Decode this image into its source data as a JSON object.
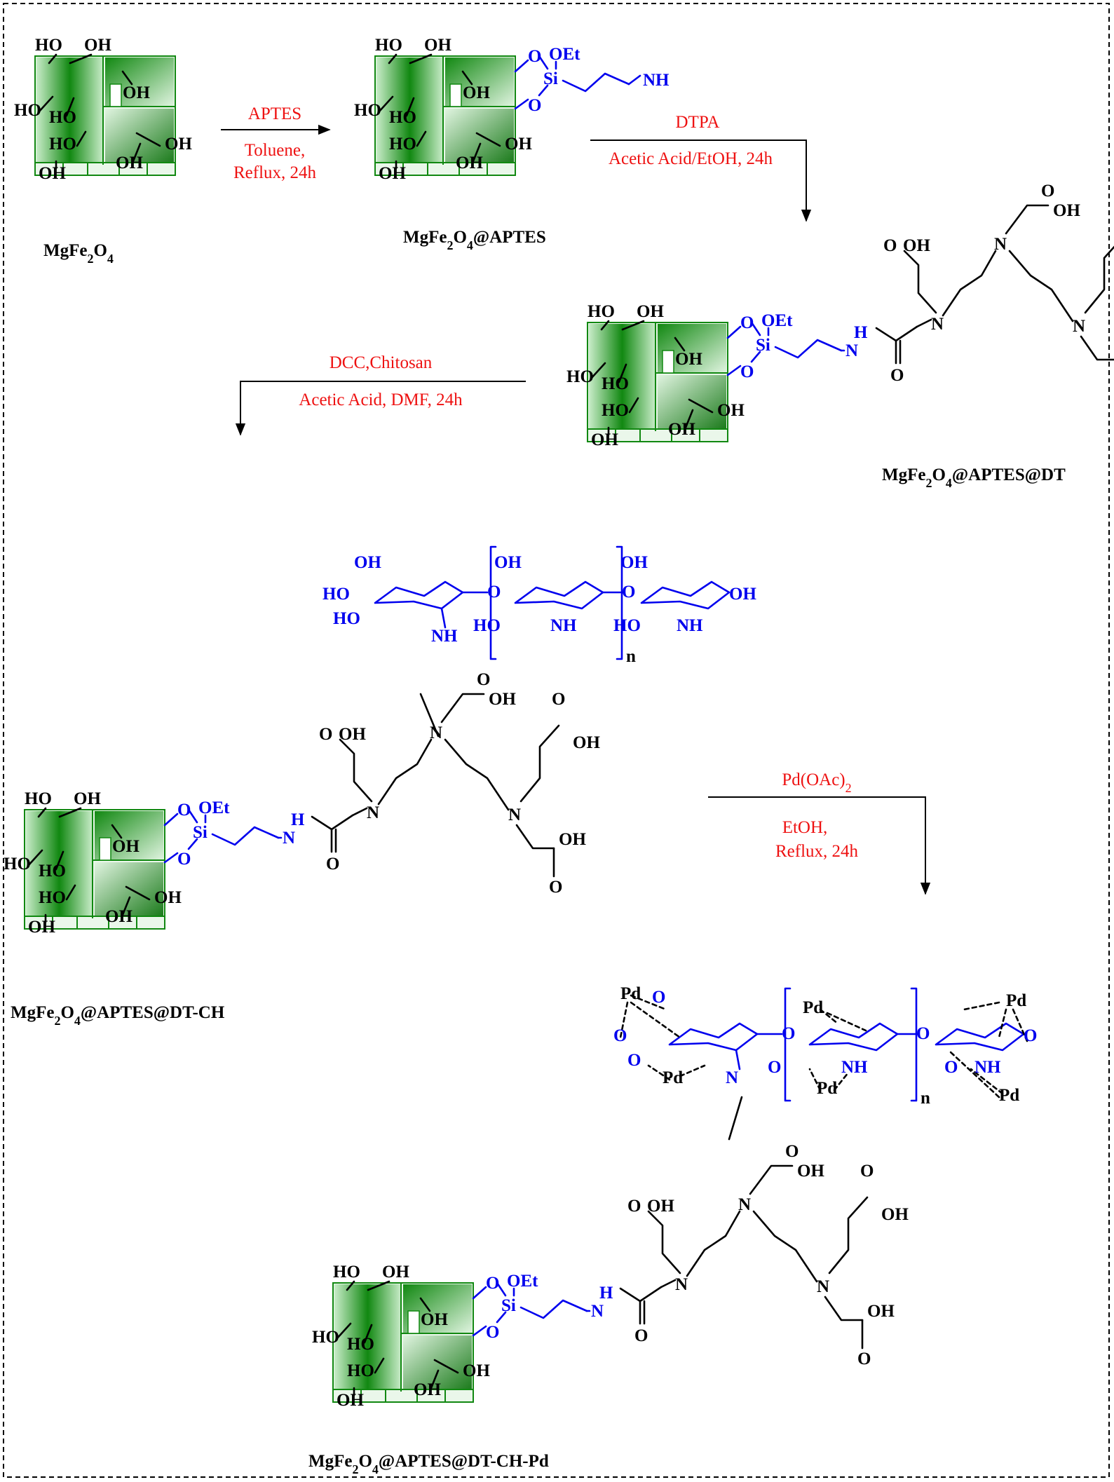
{
  "colors": {
    "reagent": "#ee1111",
    "linker": "#0000ee",
    "particle_dark": "#118811",
    "particle_light": "#c8ecc8"
  },
  "labels": {
    "oh": "OH",
    "ho": "HO",
    "oet": "OEt",
    "si": "Si",
    "o": "O",
    "n": "N",
    "h": "H",
    "nh": "NH",
    "pd": "Pd",
    "n_sub": "n"
  },
  "compounds": {
    "c1": "MgFe2O4",
    "c2": "MgFe2O4@APTES",
    "c3": "MgFe2O4@APTES@DT",
    "c4": "MgFe2O4@APTES@DT-CH",
    "c5": "MgFe2O4@APTES@DT-CH-Pd"
  },
  "steps": {
    "s1": {
      "reagent": "APTES",
      "line1": "Toluene,",
      "line2": "Reflux, 24h"
    },
    "s2": {
      "reagent": "DTPA",
      "line1": "Acetic Acid/EtOH, 24h"
    },
    "s3": {
      "reagent": "DCC,Chitosan",
      "line1": "Acetic Acid, DMF, 24h"
    },
    "s4": {
      "reagent": "Pd(OAc)2",
      "line1": "EtOH,",
      "line2": "Reflux, 24h"
    }
  }
}
